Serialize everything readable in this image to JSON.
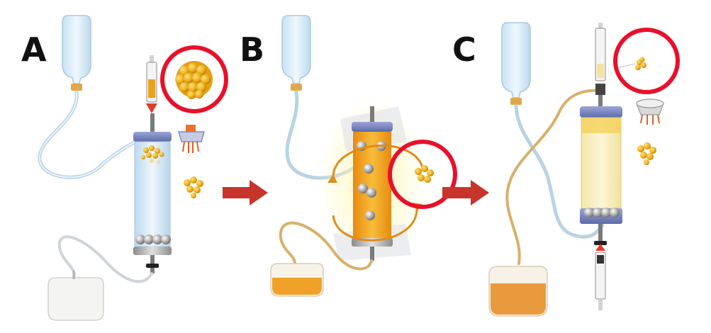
{
  "panels": [
    {
      "id": "A",
      "label": "A"
    },
    {
      "id": "B",
      "label": "B"
    },
    {
      "id": "C",
      "label": "C"
    }
  ],
  "colors": {
    "highlight_ring": "#e8102a",
    "process_arrow": "#c73429",
    "clear_fluid": "#dcecf6",
    "tubing_clear": "#b8d3e3",
    "tubing_amber": "#d9b06a",
    "suspension_orange": "#f2a313",
    "collected_bag_orange": "#e99a3c",
    "cluster_gold": "#e8ac1b"
  },
  "icons": [
    "iv-bottle-icon",
    "drainage-bag-icon",
    "column-icon",
    "syringe-icon",
    "cell-cluster-icon",
    "bead-icon",
    "process-arrow-icon",
    "rotation-arrow-icon",
    "strainer-icon",
    "stopcock-icon"
  ]
}
